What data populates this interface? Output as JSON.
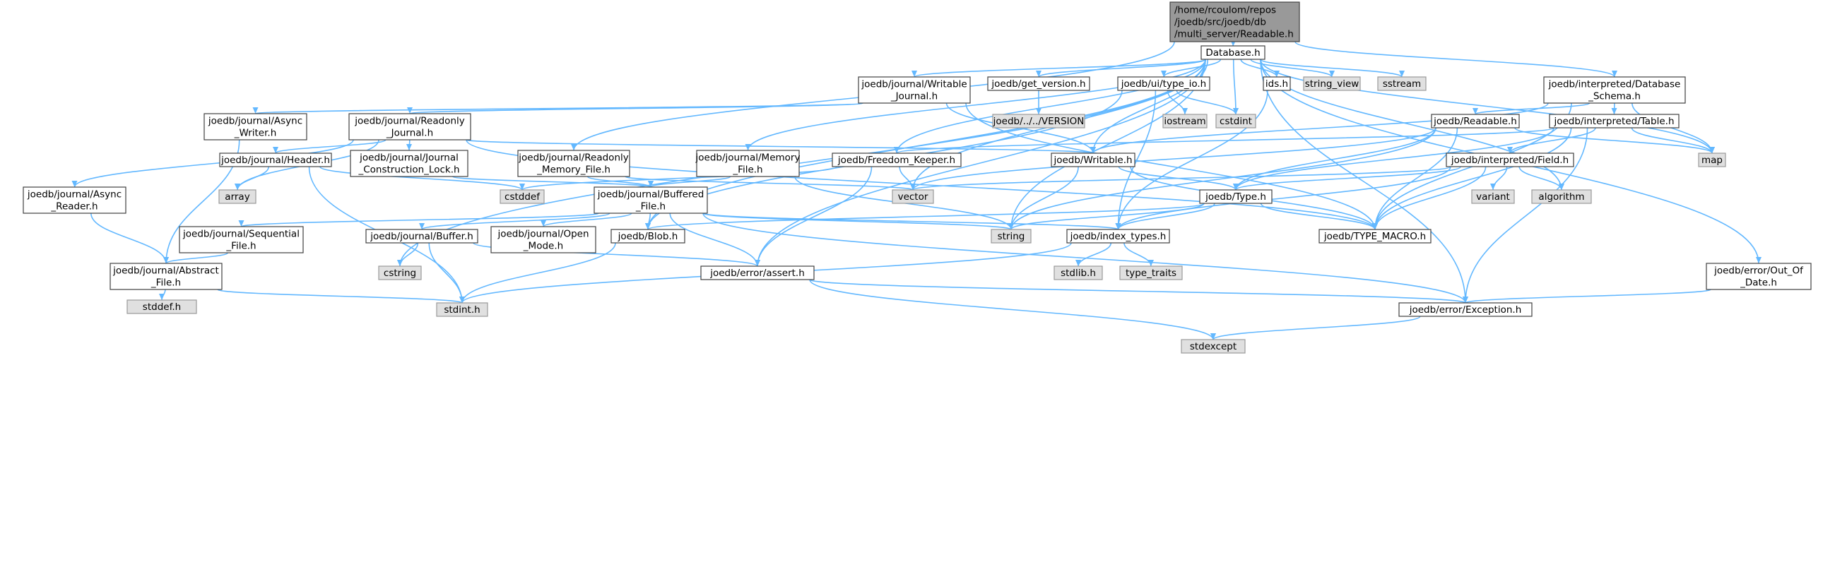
{
  "colors": {
    "edge": "#63b8ff",
    "node_border": "#404040",
    "node_fill": "#ffffff",
    "external_fill": "#e0e0e0",
    "external_border": "#999999",
    "root_fill": "#999999"
  },
  "nodes": [
    {
      "id": "root",
      "kind": "root",
      "lines": [
        "/home/rcoulom/repos",
        "/joedb/src/joedb/db",
        "/multi_server/Readable.h"
      ]
    },
    {
      "id": "database",
      "kind": "local",
      "lines": [
        "Database.h"
      ]
    },
    {
      "id": "writable_journal",
      "kind": "local",
      "lines": [
        "joedb/journal/Writable",
        "_Journal.h"
      ]
    },
    {
      "id": "get_version",
      "kind": "local",
      "lines": [
        "joedb/get_version.h"
      ]
    },
    {
      "id": "type_io",
      "kind": "local",
      "lines": [
        "joedb/ui/type_io.h"
      ]
    },
    {
      "id": "ids",
      "kind": "local",
      "lines": [
        "ids.h"
      ]
    },
    {
      "id": "string_view",
      "kind": "external",
      "lines": [
        "string_view"
      ]
    },
    {
      "id": "sstream",
      "kind": "external",
      "lines": [
        "sstream"
      ]
    },
    {
      "id": "database_schema",
      "kind": "local",
      "lines": [
        "joedb/interpreted/Database",
        "_Schema.h"
      ]
    },
    {
      "id": "async_writer",
      "kind": "local",
      "lines": [
        "joedb/journal/Async",
        "_Writer.h"
      ]
    },
    {
      "id": "readonly_journal",
      "kind": "local",
      "lines": [
        "joedb/journal/Readonly",
        "_Journal.h"
      ]
    },
    {
      "id": "version",
      "kind": "external",
      "lines": [
        "joedb/../../VERSION"
      ]
    },
    {
      "id": "iostream",
      "kind": "external",
      "lines": [
        "iostream"
      ]
    },
    {
      "id": "cstdint",
      "kind": "external",
      "lines": [
        "cstdint"
      ]
    },
    {
      "id": "readable",
      "kind": "local",
      "lines": [
        "joedb/Readable.h"
      ]
    },
    {
      "id": "table",
      "kind": "local",
      "lines": [
        "joedb/interpreted/Table.h"
      ]
    },
    {
      "id": "header",
      "kind": "local",
      "lines": [
        "joedb/journal/Header.h"
      ]
    },
    {
      "id": "construction_lock",
      "kind": "local",
      "lines": [
        "joedb/journal/Journal",
        "_Construction_Lock.h"
      ]
    },
    {
      "id": "readonly_memory_file",
      "kind": "local",
      "lines": [
        "joedb/journal/Readonly",
        "_Memory_File.h"
      ]
    },
    {
      "id": "memory_file",
      "kind": "local",
      "lines": [
        "joedb/journal/Memory",
        "_File.h"
      ]
    },
    {
      "id": "freedom_keeper",
      "kind": "local",
      "lines": [
        "joedb/Freedom_Keeper.h"
      ]
    },
    {
      "id": "writable",
      "kind": "local",
      "lines": [
        "joedb/Writable.h"
      ]
    },
    {
      "id": "field",
      "kind": "local",
      "lines": [
        "joedb/interpreted/Field.h"
      ]
    },
    {
      "id": "map",
      "kind": "external",
      "lines": [
        "map"
      ]
    },
    {
      "id": "async_reader",
      "kind": "local",
      "lines": [
        "joedb/journal/Async",
        "_Reader.h"
      ]
    },
    {
      "id": "array",
      "kind": "external",
      "lines": [
        "array"
      ]
    },
    {
      "id": "cstddef",
      "kind": "external",
      "lines": [
        "cstddef"
      ]
    },
    {
      "id": "buffered_file",
      "kind": "local",
      "lines": [
        "joedb/journal/Buffered",
        "_File.h"
      ]
    },
    {
      "id": "vector",
      "kind": "external",
      "lines": [
        "vector"
      ]
    },
    {
      "id": "type",
      "kind": "local",
      "lines": [
        "joedb/Type.h"
      ]
    },
    {
      "id": "variant",
      "kind": "external",
      "lines": [
        "variant"
      ]
    },
    {
      "id": "algorithm",
      "kind": "external",
      "lines": [
        "algorithm"
      ]
    },
    {
      "id": "sequential_file",
      "kind": "local",
      "lines": [
        "joedb/journal/Sequential",
        "_File.h"
      ]
    },
    {
      "id": "buffer",
      "kind": "local",
      "lines": [
        "joedb/journal/Buffer.h"
      ]
    },
    {
      "id": "open_mode",
      "kind": "local",
      "lines": [
        "joedb/journal/Open",
        "_Mode.h"
      ]
    },
    {
      "id": "blob",
      "kind": "local",
      "lines": [
        "joedb/Blob.h"
      ]
    },
    {
      "id": "string",
      "kind": "external",
      "lines": [
        "string"
      ]
    },
    {
      "id": "index_types",
      "kind": "local",
      "lines": [
        "joedb/index_types.h"
      ]
    },
    {
      "id": "type_macro",
      "kind": "local",
      "lines": [
        "joedb/TYPE_MACRO.h"
      ]
    },
    {
      "id": "abstract_file",
      "kind": "local",
      "lines": [
        "joedb/journal/Abstract",
        "_File.h"
      ]
    },
    {
      "id": "cstring",
      "kind": "external",
      "lines": [
        "cstring"
      ]
    },
    {
      "id": "assert",
      "kind": "local",
      "lines": [
        "joedb/error/assert.h"
      ]
    },
    {
      "id": "stdlib",
      "kind": "external",
      "lines": [
        "stdlib.h"
      ]
    },
    {
      "id": "type_traits",
      "kind": "external",
      "lines": [
        "type_traits"
      ]
    },
    {
      "id": "out_of_date",
      "kind": "local",
      "lines": [
        "joedb/error/Out_Of",
        "_Date.h"
      ]
    },
    {
      "id": "stddef",
      "kind": "external",
      "lines": [
        "stddef.h"
      ]
    },
    {
      "id": "stdint",
      "kind": "external",
      "lines": [
        "stdint.h"
      ]
    },
    {
      "id": "exception",
      "kind": "local",
      "lines": [
        "joedb/error/Exception.h"
      ]
    },
    {
      "id": "stdexcept",
      "kind": "external",
      "lines": [
        "stdexcept"
      ]
    }
  ]
}
